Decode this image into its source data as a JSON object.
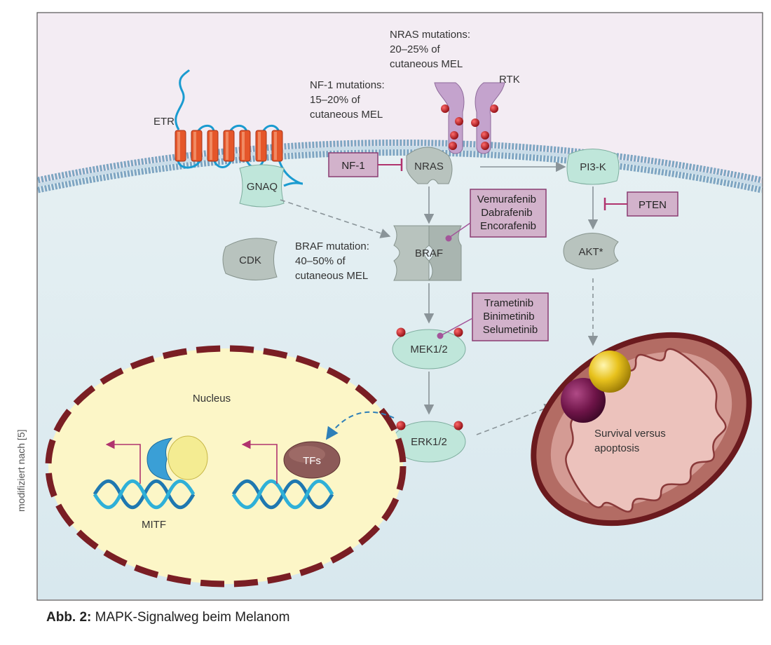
{
  "credit": "modifiziert nach [5]",
  "caption": {
    "prefix": "Abb. 2:",
    "text": "MAPK-Signalweg beim Melanom"
  },
  "colors": {
    "background_top": "#f3ecf3",
    "cytoplasm": "#e3eef1",
    "membrane": "#8fb4cc",
    "etr_orange": "#e5562a",
    "teal_protein": "#bfe6da",
    "grey_protein": "#b8c3be",
    "purple_box": "#d2b2cb",
    "purple_box_border": "#8a3c72",
    "rtk_purple": "#c4a3cd",
    "phospho_red": "#b5121b",
    "nucleus_fill": "#fcf6c7",
    "nucleus_border": "#7a1e24",
    "mito_outer": "#b36c64",
    "arrow_grey": "#8a9499"
  },
  "labels": {
    "etr": "ETR",
    "rtk": "RTK",
    "nras_note": [
      "NRAS mutations:",
      "20–25% of",
      "cutaneous MEL"
    ],
    "nf1_note": [
      "NF-1 mutations:",
      "15–20% of",
      "cutaneous MEL"
    ],
    "braf_note": [
      "BRAF mutation:",
      "40–50% of",
      "cutaneous MEL"
    ],
    "nucleus": "Nucleus",
    "mitf": "MITF",
    "survival": [
      "Survival versus",
      "apoptosis"
    ]
  },
  "proteins": {
    "gnaq": "GNAQ",
    "nras": "NRAS",
    "pi3k": "PI3-K",
    "braf": "BRAF",
    "cdk": "CDK",
    "akt": "AKT*",
    "mek": "MEK1/2",
    "erk": "ERK1/2",
    "tfs": "TFs"
  },
  "inhibitors": {
    "nf1": "NF-1",
    "pten": "PTEN",
    "braf_drugs": [
      "Vemurafenib",
      "Dabrafenib",
      "Encorafenib"
    ],
    "mek_drugs": [
      "Trametinib",
      "Binimetinib",
      "Selumetinib"
    ]
  }
}
